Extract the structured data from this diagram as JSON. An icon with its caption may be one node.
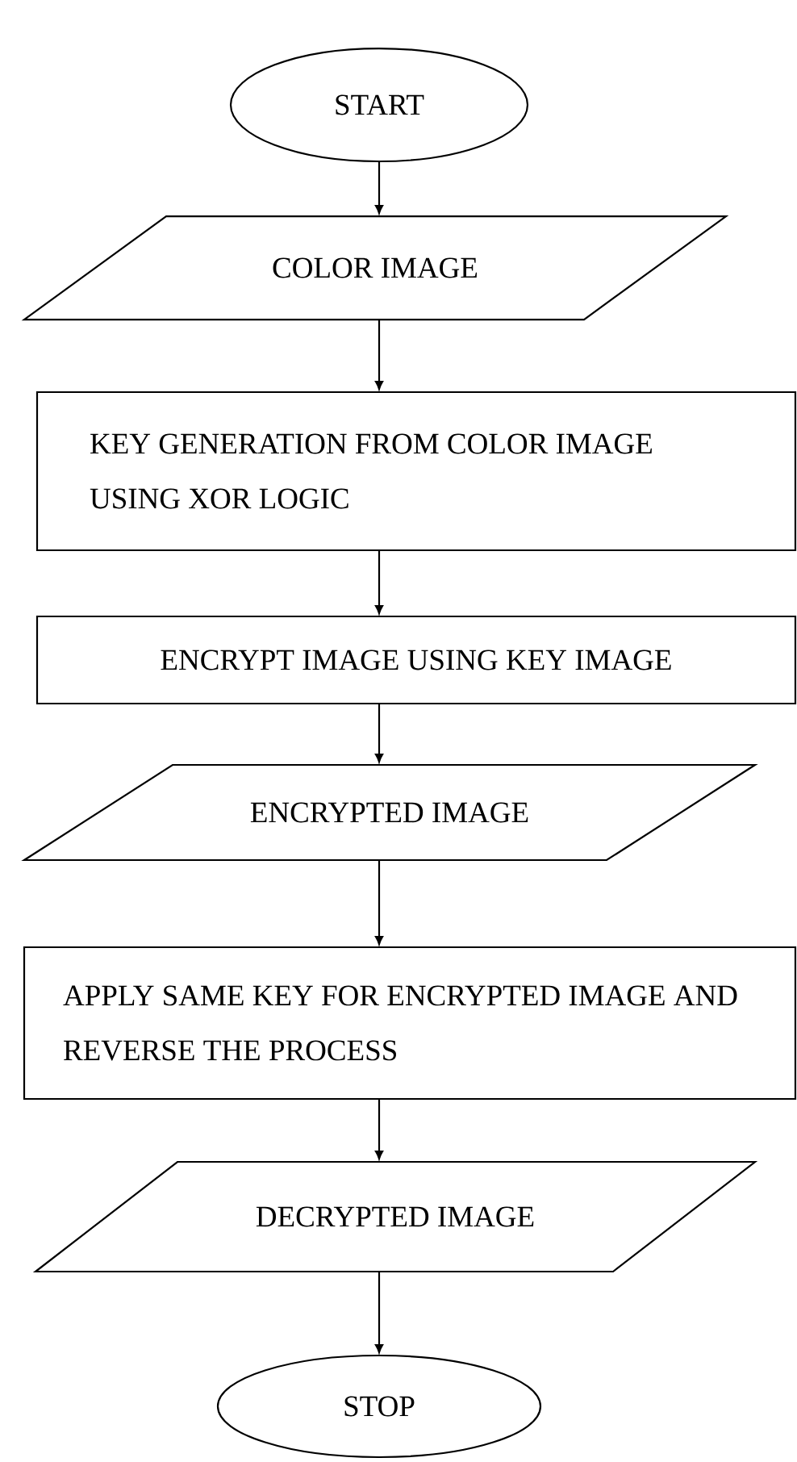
{
  "diagram": {
    "nodes": [
      {
        "text": [
          "START"
        ]
      },
      {
        "text": [
          "COLOR IMAGE"
        ]
      },
      {
        "text": [
          "KEY GENERATION FROM COLOR IMAGE USING XOR LOGIC"
        ]
      },
      {
        "text": [
          "ENCRYPT IMAGE USING KEY IMAGE"
        ]
      },
      {
        "text": [
          "ENCRYPTED IMAGE"
        ]
      },
      {
        "text": [
          "APPLY SAME KEY FOR ENCRYPTED IMAGE AND REVERSE THE PROCESS"
        ]
      },
      {
        "text": [
          "DECRYPTED IMAGE"
        ]
      },
      {
        "text": [
          "STOP"
        ]
      }
    ],
    "edges": [
      {
        "from": 0,
        "to": 1,
        "arrow": "to"
      },
      {
        "from": 1,
        "to": 2,
        "arrow": "to"
      },
      {
        "from": 2,
        "to": 3,
        "arrow": "to"
      },
      {
        "from": 3,
        "to": 4,
        "arrow": "to"
      },
      {
        "from": 4,
        "to": 5,
        "arrow": "to"
      },
      {
        "from": 5,
        "to": 6,
        "arrow": "to"
      },
      {
        "from": 6,
        "to": 7,
        "arrow": "to"
      }
    ]
  }
}
